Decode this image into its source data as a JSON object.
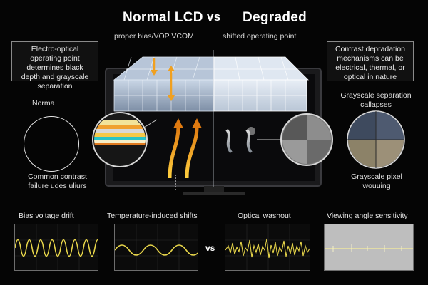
{
  "title": {
    "left": "Normal LCD",
    "vs": "vs",
    "right": "Degraded"
  },
  "subtitle": {
    "left": "proper bias/VOP VCOM",
    "right": "shifted operating point"
  },
  "callouts": {
    "left": "Electro-optical operating point determines black depth and grayscale separation",
    "right": "Contrast depradation mechanisms can be electrical, thermal, or optical in nature"
  },
  "labels": {
    "normal": "Norma",
    "common": "Common contrast failure udes uliurs",
    "grayscale_sep": "Grayscale separation callapses",
    "grayscale_pix": "Grayscale pixel wouuing"
  },
  "panels": [
    {
      "label": "Bias voltage drift"
    },
    {
      "label": "Temperature-induced shifts"
    },
    {
      "label": "Optical washout"
    },
    {
      "label": "Viewing angle sensitivity"
    }
  ],
  "vs_small": "vs",
  "colors": {
    "accent_orange": "#f0a020",
    "trace_yellow": "#e8d64a",
    "background": "#050505"
  }
}
